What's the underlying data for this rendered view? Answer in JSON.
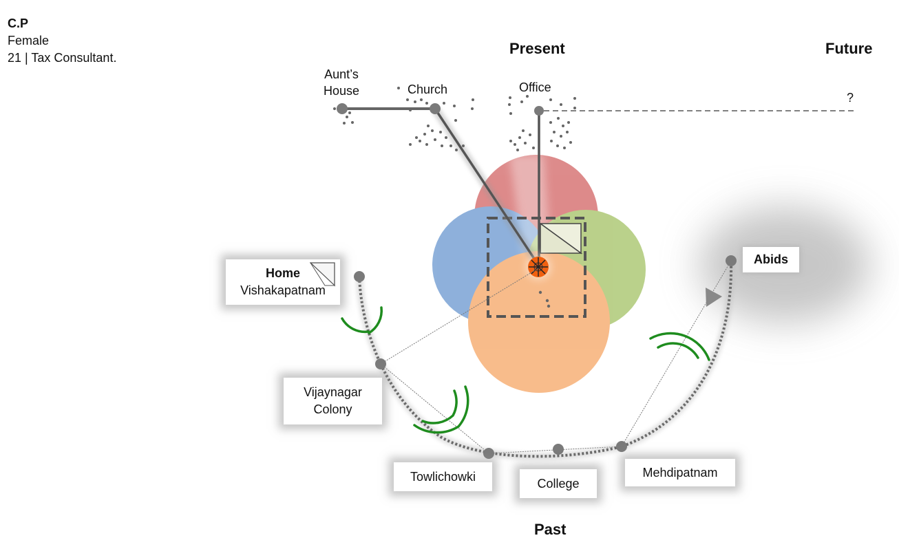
{
  "profile": {
    "name": "C.P",
    "gender": "Female",
    "details": "21 | Tax Consultant."
  },
  "headings": {
    "present": "Present",
    "future": "Future",
    "past": "Past"
  },
  "present_places": {
    "aunts_house_line1": "Aunt’s",
    "aunts_house_line2": "House",
    "church": "Church",
    "office": "Office",
    "future_unknown": "?"
  },
  "past_places": {
    "home_title": "Home",
    "home_city": "Vishakapatnam",
    "vijaynagar_line1": "Vijaynagar",
    "vijaynagar_line2": "Colony",
    "towlichowki": "Towlichowki",
    "college": "College",
    "mehdipatnam": "Mehdipatnam",
    "abids": "Abids"
  },
  "colors": {
    "circle_red": "#d46a6a",
    "circle_blue": "#6f9bd1",
    "circle_green": "#a7c46a",
    "circle_orange": "#f6a96a",
    "center_dot": "#f06010",
    "signal_green": "#1e8c1e",
    "node_gray": "#7a7a7a"
  },
  "icons": {
    "center": "crosshair-asterisk-icon",
    "signal": "wifi-signal-icon",
    "note": "folded-note-icon"
  }
}
